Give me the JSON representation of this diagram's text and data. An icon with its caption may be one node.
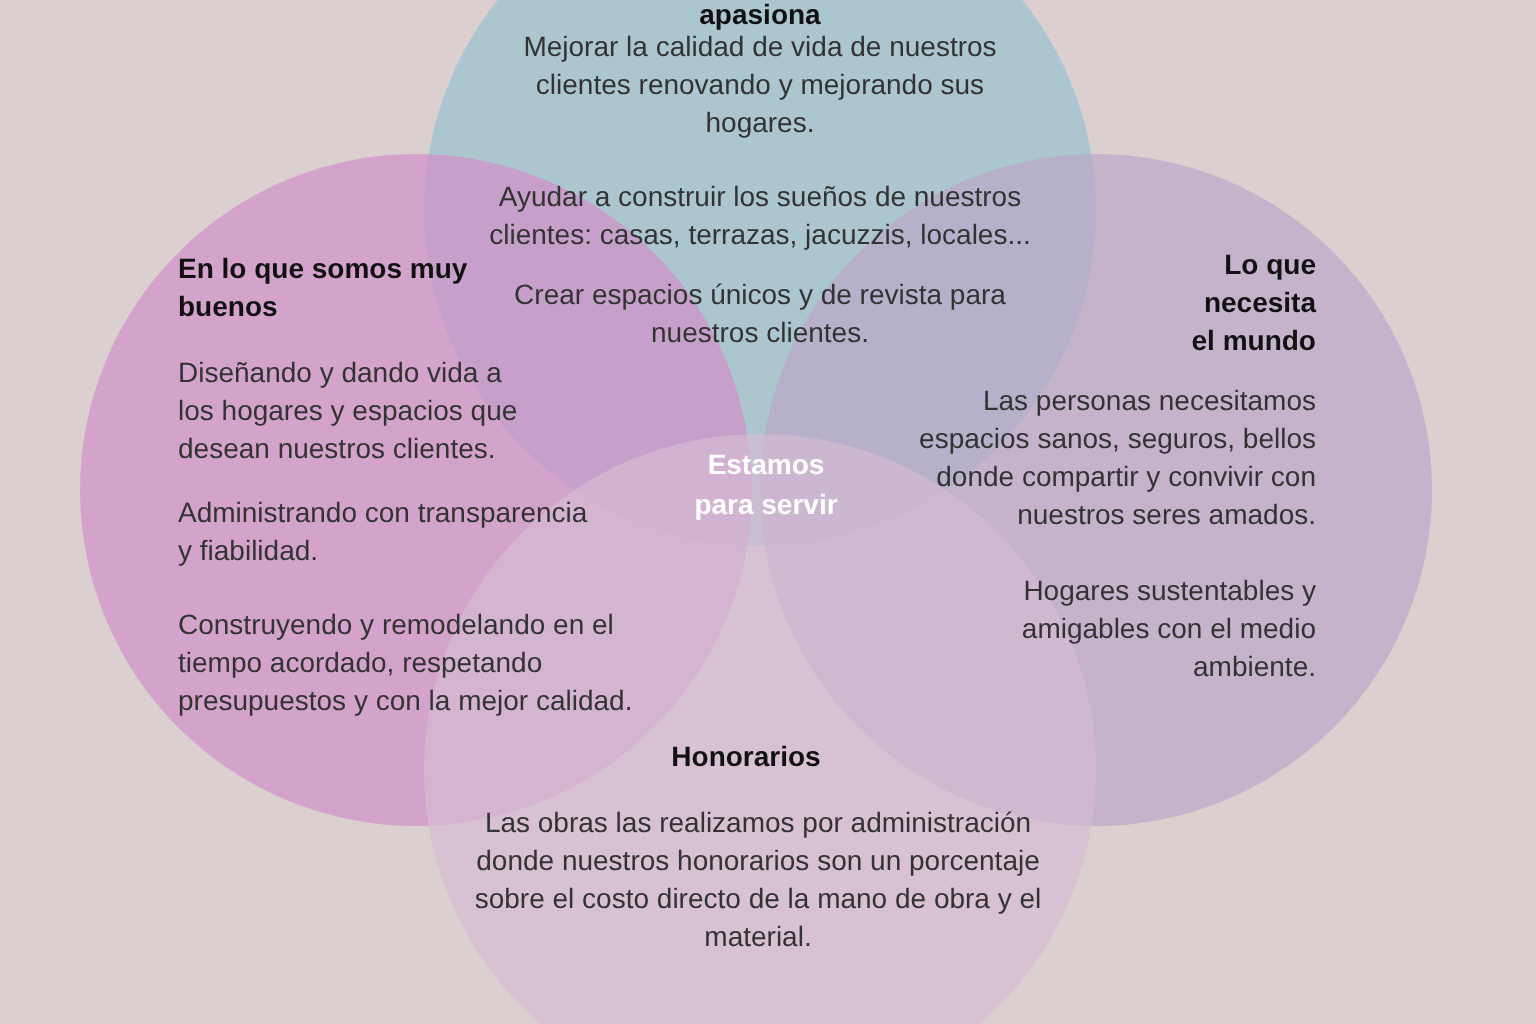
{
  "diagram": {
    "nodes": [
      {
        "text": [
          "apasiona",
          "Mejorar la calidad de vida de nuestros clientes renovando y mejorando sus hogares.",
          "Ayudar a construir los sueños de nuestros clientes: casas, terrazas, jacuzzis, locales...",
          "Crear espacios únicos y de revista para nuestros clientes."
        ]
      },
      {
        "text": [
          "En lo que somos muy buenos",
          "Diseñando y dando vida a los hogares y espacios que desean nuestros clientes.",
          "Administrando con transparencia y fiabilidad.",
          "Construyendo y remodelando en el tiempo acordado, respetando presupuestos y con la mejor calidad."
        ]
      },
      {
        "text": [
          "Lo que necesita el mundo",
          "Las personas necesitamos espacios sanos, seguros, bellos donde compartir y convivir con nuestros seres amados.",
          "Hogares sustentables y amigables con el medio ambiente."
        ]
      },
      {
        "text": [
          "Honorarios",
          "Las obras las realizamos por administración donde nuestros honorarios son un porcentaje sobre el costo directo de la mano de obra y el material."
        ]
      }
    ],
    "labels": [
      "Estamos para servir"
    ]
  }
}
